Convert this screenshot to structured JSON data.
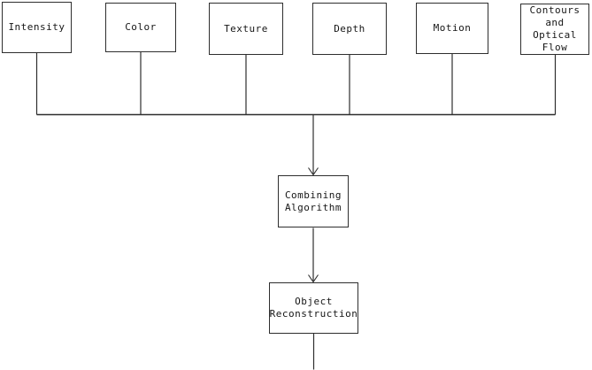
{
  "diagram": {
    "type": "flowchart",
    "colors": {
      "background": "#ffffff",
      "line": "#2e2e2e",
      "text": "#161616"
    },
    "nodes": {
      "intensity": {
        "label": "Intensity"
      },
      "color": {
        "label": "Color"
      },
      "texture": {
        "label": "Texture"
      },
      "depth": {
        "label": "Depth"
      },
      "motion": {
        "label": "Motion"
      },
      "contours": {
        "label": "Contours\nand Optical\nFlow"
      },
      "combining": {
        "label": "Combining\nAlgorithm"
      },
      "object": {
        "label": "Object\nReconstruction"
      }
    },
    "edges": [
      {
        "from": "intensity",
        "to": "combining",
        "arrow": true,
        "via": "bus"
      },
      {
        "from": "color",
        "to": "combining",
        "arrow": true,
        "via": "bus"
      },
      {
        "from": "texture",
        "to": "combining",
        "arrow": true,
        "via": "bus"
      },
      {
        "from": "depth",
        "to": "combining",
        "arrow": true,
        "via": "bus"
      },
      {
        "from": "motion",
        "to": "combining",
        "arrow": true,
        "via": "bus"
      },
      {
        "from": "contours",
        "to": "combining",
        "arrow": true,
        "via": "bus"
      },
      {
        "from": "combining",
        "to": "object",
        "arrow": true
      },
      {
        "from": "object",
        "to": "offscreen-bottom",
        "arrow": false
      }
    ]
  }
}
